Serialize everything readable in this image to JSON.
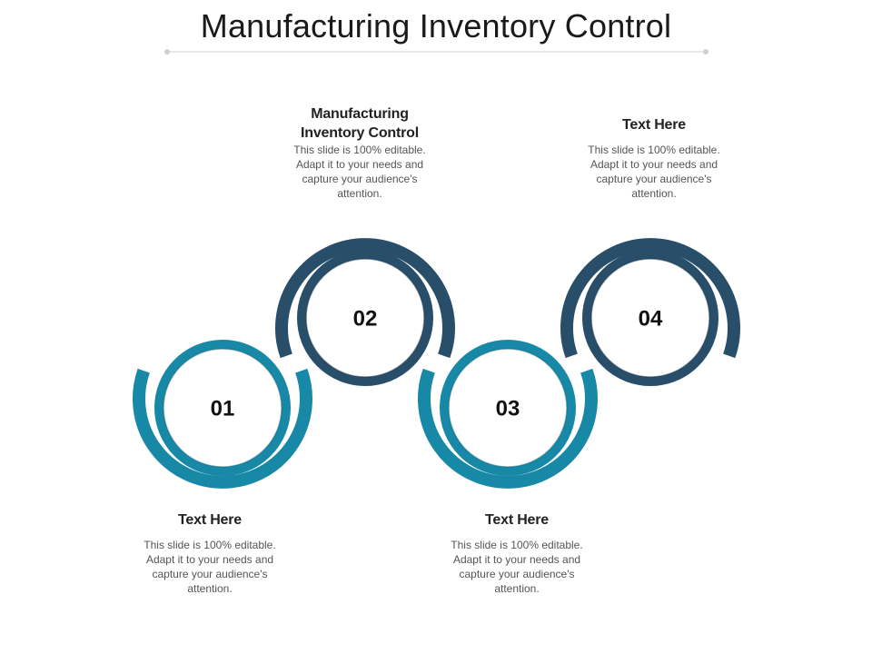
{
  "title": "Manufacturing Inventory Control",
  "colors": {
    "teal": "#1888a7",
    "navy": "#294e69",
    "separator": "#d0d0d0"
  },
  "steps": [
    {
      "number": "01",
      "heading": "Text Here",
      "body": "This slide is 100% editable. Adapt it to your needs and capture your audience's attention."
    },
    {
      "number": "02",
      "heading": "Manufacturing Inventory Control",
      "body": "This slide is 100% editable. Adapt it to your needs and capture your audience's attention."
    },
    {
      "number": "03",
      "heading": "Text Here",
      "body": "This slide is 100% editable. Adapt it to your needs and capture your audience's attention."
    },
    {
      "number": "04",
      "heading": "Text Here",
      "body": "This slide is 100% editable. Adapt it to your needs and capture your audience's attention."
    }
  ]
}
